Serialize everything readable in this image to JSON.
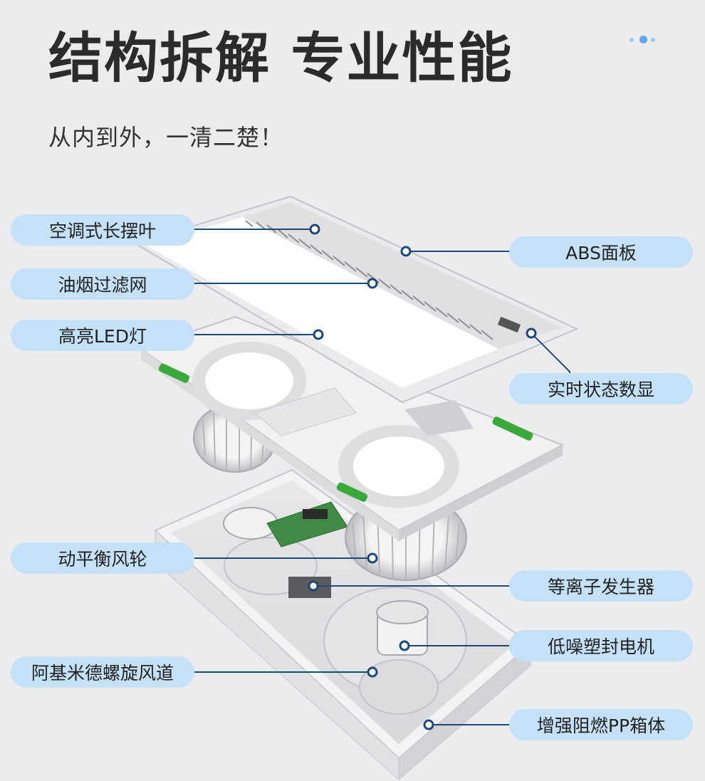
{
  "header": {
    "title": "结构拆解 专业性能",
    "subtitle": "从内到外，一清二楚！"
  },
  "labels": {
    "louver": "空调式长摆叶",
    "abs_panel": "ABS面板",
    "oil_filter": "油烟过滤网",
    "led_light": "高亮LED灯",
    "display": "实时状态数显",
    "fan_wheel": "动平衡风轮",
    "plasma": "等离子发生器",
    "motor": "低噪塑封电机",
    "air_duct": "阿基米德螺旋风道",
    "pp_box": "增强阻燃PP箱体"
  },
  "colors": {
    "label_bg": "#c5e1f8",
    "leader_line": "#1c4a78",
    "accent_green": "#3aa83a",
    "background": "#ececee"
  }
}
